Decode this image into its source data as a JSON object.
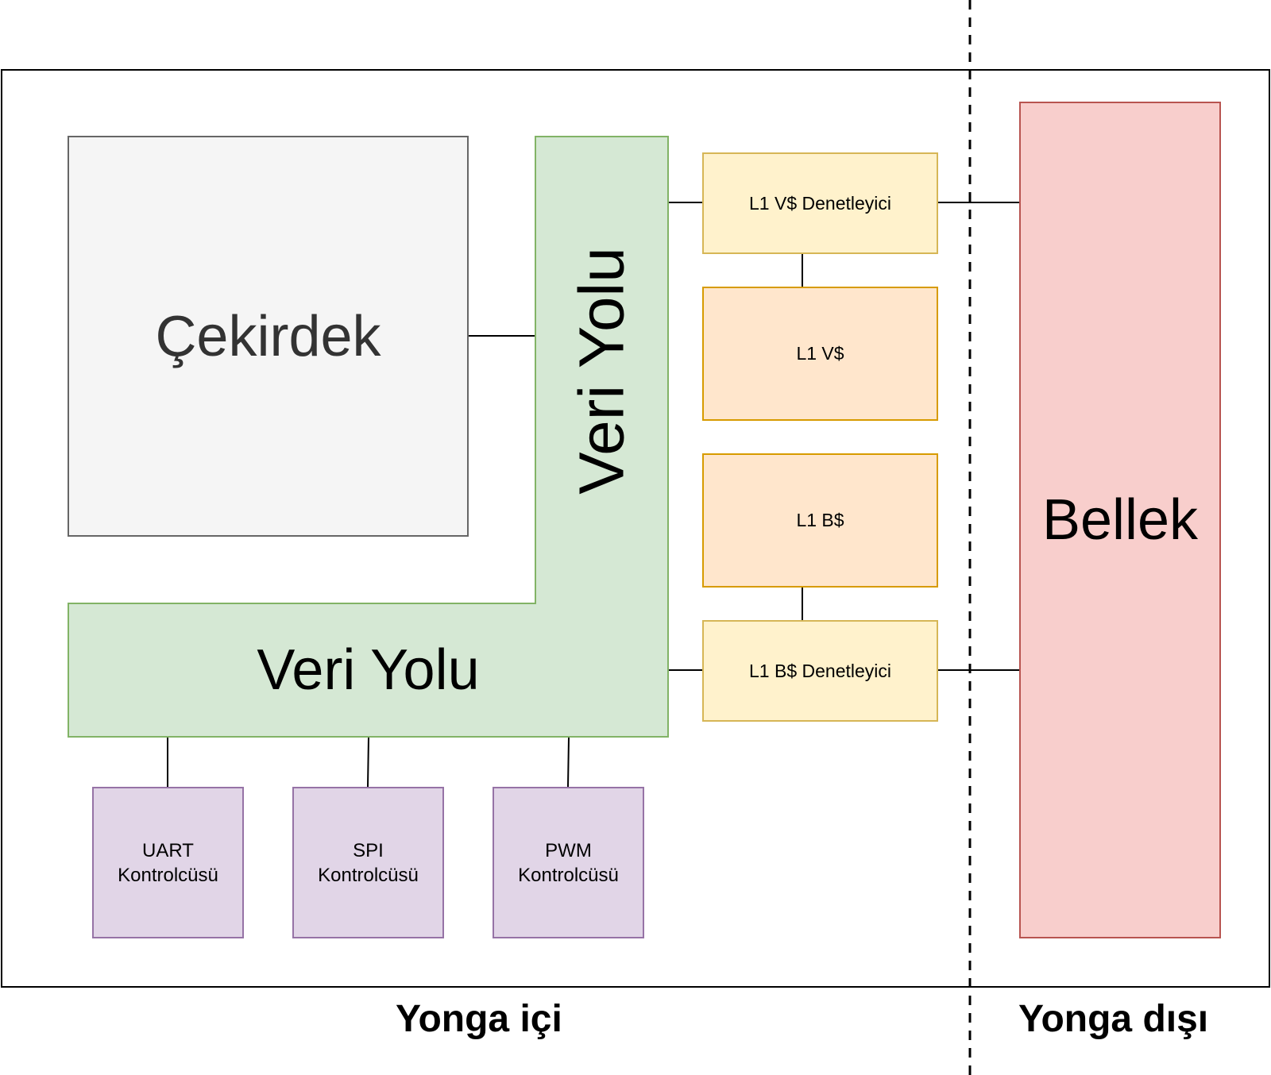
{
  "blocks": {
    "core": "Çekirdek",
    "bus_vertical": "Veri Yolu",
    "bus_horizontal": "Veri Yolu",
    "l1_data_controller": "L1 V$ Denetleyici",
    "l1_data_cache": "L1 V$",
    "l1_instr_cache": "L1 B$",
    "l1_instr_controller": "L1 B$ Denetleyici",
    "memory": "Bellek"
  },
  "peripherals": [
    {
      "line1": "UART",
      "line2": "Kontrolcüsü"
    },
    {
      "line1": "SPI",
      "line2": "Kontrolcüsü"
    },
    {
      "line1": "PWM",
      "line2": "Kontrolcüsü"
    }
  ],
  "zones": {
    "on_chip": "Yonga içi",
    "off_chip": "Yonga dışı"
  },
  "colors": {
    "core_fill": "#f5f5f5",
    "core_stroke": "#666666",
    "bus_fill": "#d5e8d4",
    "bus_stroke": "#82b366",
    "controller_fill": "#fff2cc",
    "controller_stroke": "#d6b656",
    "cache_fill": "#ffe6cc",
    "cache_stroke": "#d79b00",
    "peripheral_fill": "#e1d5e7",
    "peripheral_stroke": "#9673a6",
    "memory_fill": "#f8cecc",
    "memory_stroke": "#b85450"
  }
}
